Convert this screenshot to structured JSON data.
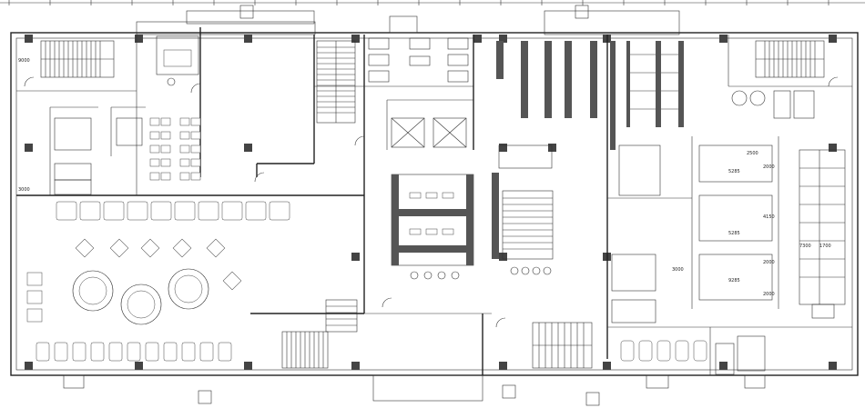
{
  "plan": {
    "dims_left": [
      "9000",
      "3000"
    ],
    "dims_right": [
      "2500",
      "5285",
      "2000",
      "4150",
      "5285",
      "2000",
      "9285",
      "2000",
      "3000"
    ],
    "dim_pair": [
      "7300",
      "1700"
    ]
  },
  "colors": {
    "wall": "#222222",
    "line": "#333333",
    "column": "#444444",
    "background": "#ffffff"
  }
}
